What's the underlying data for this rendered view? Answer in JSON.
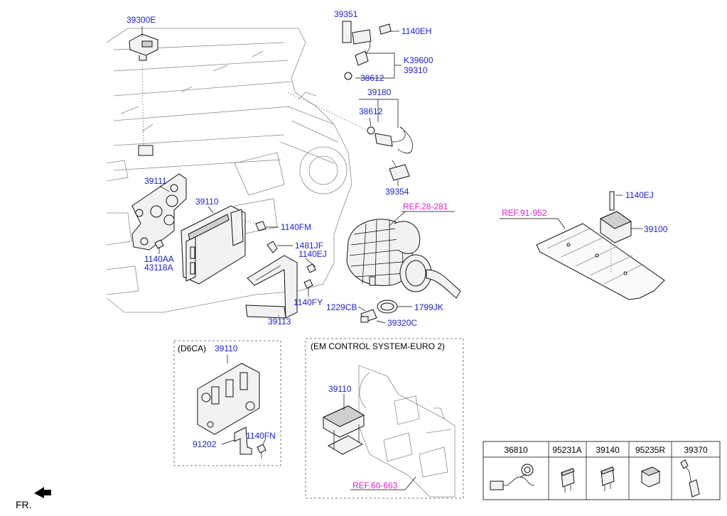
{
  "labels": {
    "p39300E": "39300E",
    "p39351": "39351",
    "p1140EH": "1140EH",
    "pK39600": "K39600",
    "p39310": "39310",
    "p38612a": "38612",
    "p39180": "39180",
    "p38612b": "38612",
    "p39354": "39354",
    "p39111": "39111",
    "p39110": "39110",
    "p1140FM": "1140FM",
    "p1481JF": "1481JF",
    "p1140EJa": "1140EJ",
    "p1140AA": "1140AA",
    "p43118A": "43118A",
    "p1140FY": "1140FY",
    "p39113": "39113",
    "p1229CB": "1229CB",
    "p1799JK": "1799JK",
    "p39320C": "39320C",
    "p1140EJb": "1140EJ",
    "p39100": "39100",
    "d6ca_39110": "39110",
    "d6ca_91202": "91202",
    "d6ca_1140FN": "1140FN",
    "em_39110": "39110"
  },
  "refs": {
    "ref28": "REF.28-281",
    "ref91": "REF.91-952",
    "ref60": "REF.60-663"
  },
  "boxes": {
    "d6ca_title": "(D6CA)",
    "em_title": "(EM CONTROL SYSTEM-EURO 2)"
  },
  "table": {
    "headers": [
      "36810",
      "95231A",
      "39140",
      "95235R",
      "39370"
    ]
  },
  "fr_label": "FR.",
  "colors": {
    "part_number": "#1c1cd6",
    "reference": "#e020c8"
  }
}
